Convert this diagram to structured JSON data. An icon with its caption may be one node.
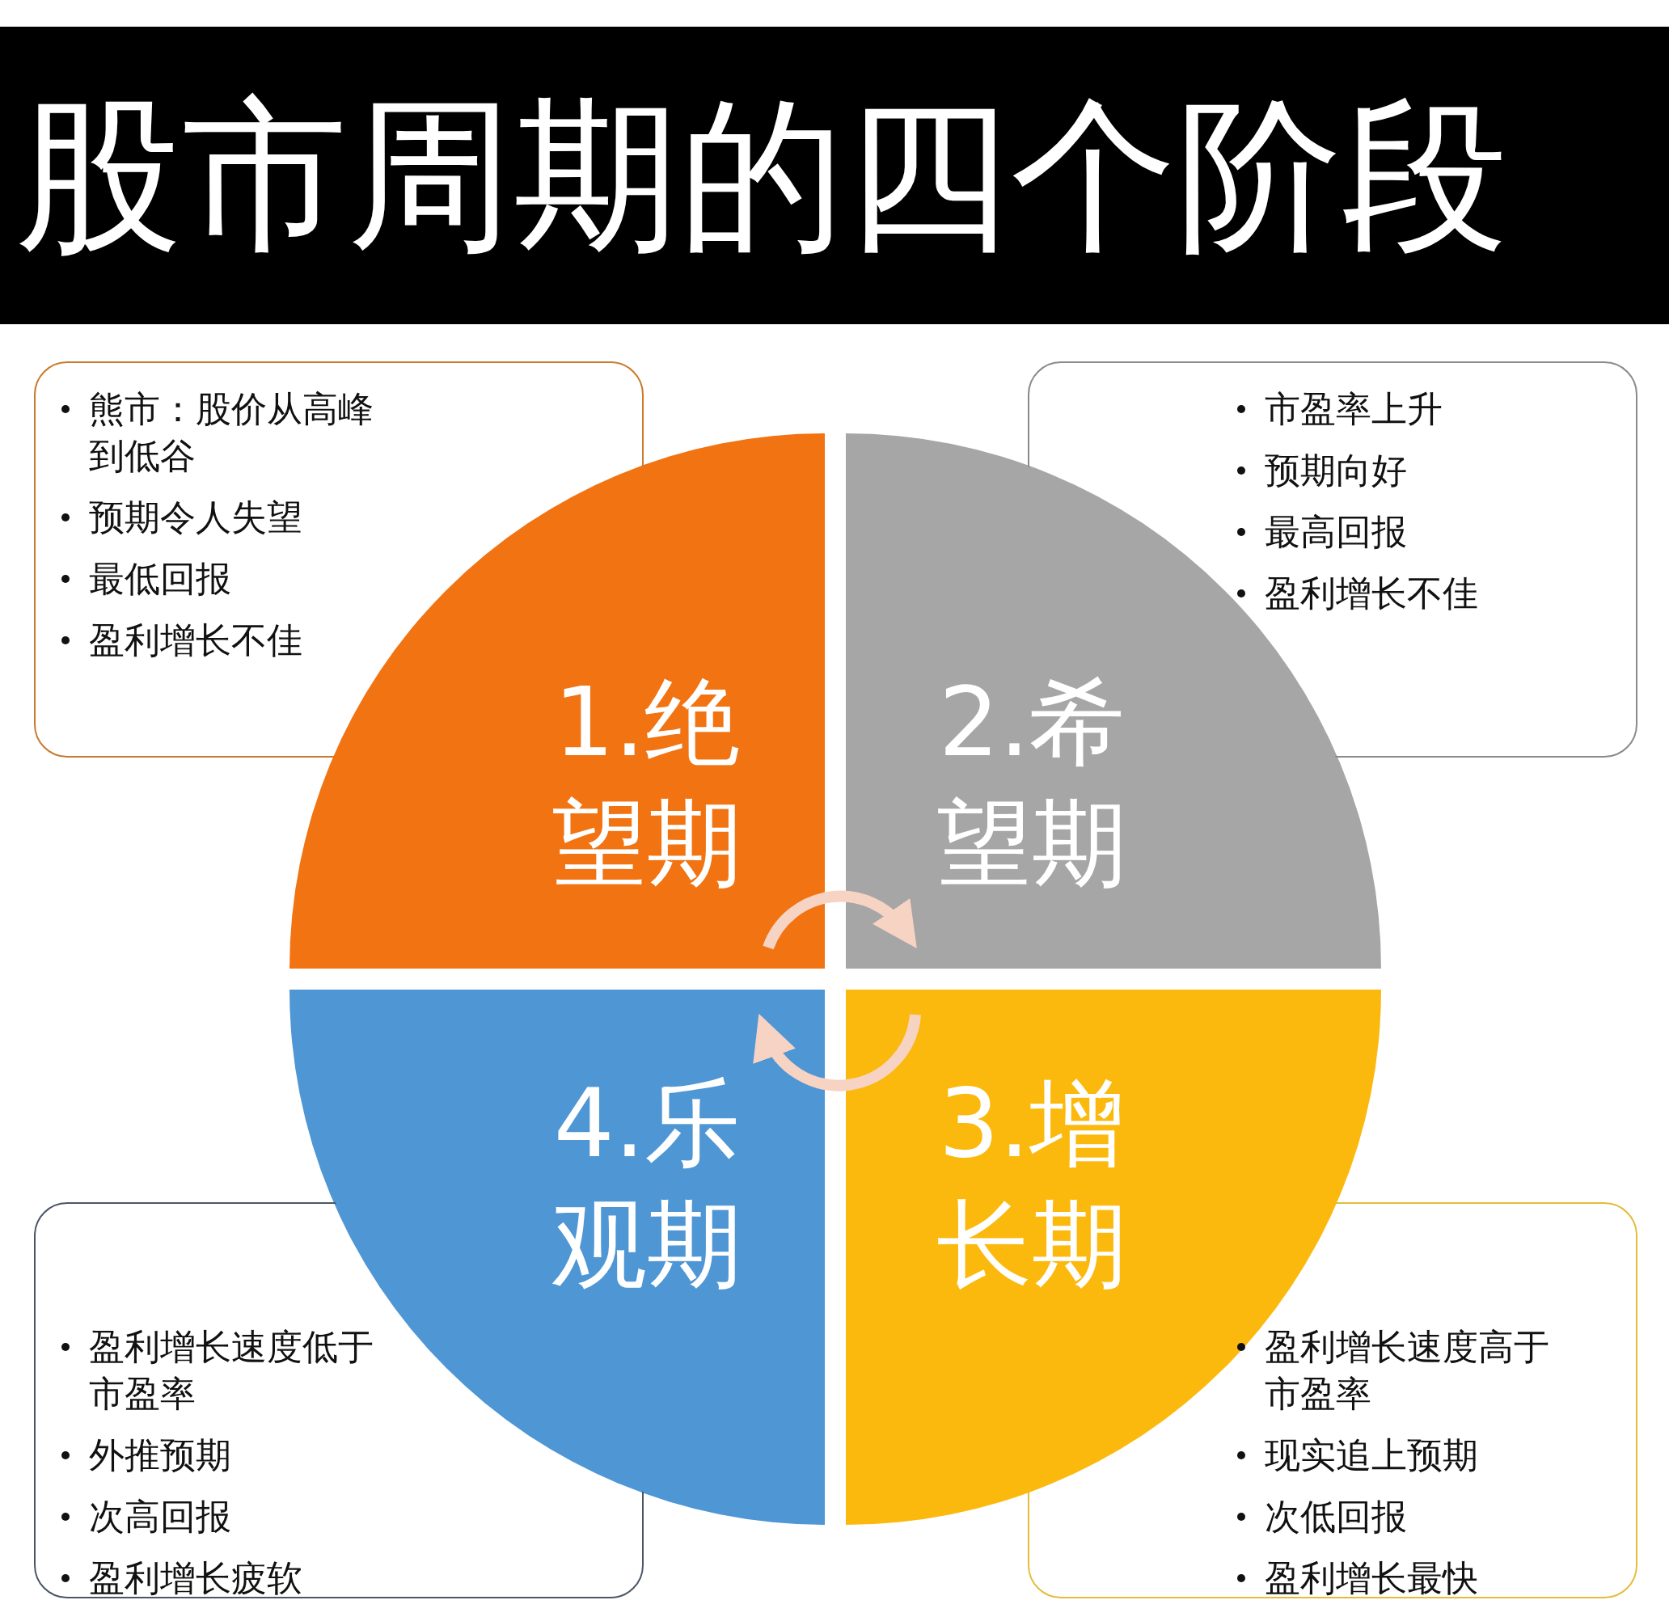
{
  "diagram": {
    "title": "股市周期的四个阶段",
    "nodes": [
      {
        "text": [
          "熊市：股价从高峰到低谷",
          "预期令人失望",
          "最低回报",
          "盈利增长不佳"
        ]
      },
      {
        "text": [
          "市盈率上升",
          "预期向好",
          "最高回报",
          "盈利增长不佳"
        ]
      },
      {
        "text": [
          "1.绝望期"
        ]
      },
      {
        "text": [
          "2.希望期"
        ]
      },
      {
        "text": [
          "4.乐观期"
        ]
      },
      {
        "text": [
          "3.增长期"
        ]
      },
      {
        "text": [
          "盈利增长速度低于市盈率",
          "外推预期",
          "次高回报",
          "盈利增长疲软"
        ]
      },
      {
        "text": [
          "盈利增长速度高于市盈率",
          "现实追上预期",
          "次低回报",
          "盈利增长最快"
        ]
      }
    ],
    "edges": [
      {
        "from": 2,
        "to": 3,
        "arrow": "to"
      },
      {
        "from": 5,
        "to": 4,
        "arrow": "to"
      }
    ]
  }
}
